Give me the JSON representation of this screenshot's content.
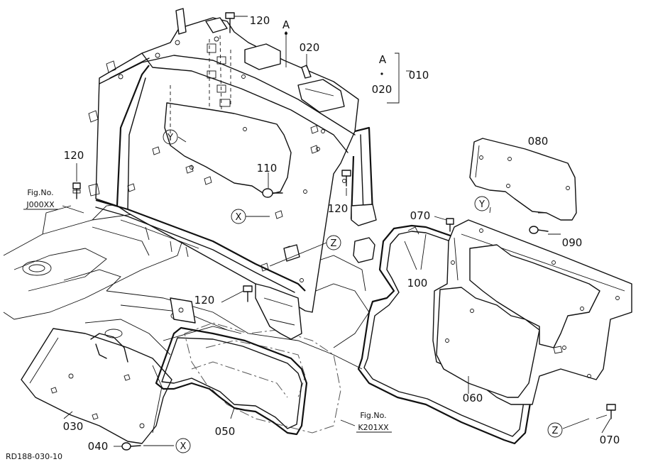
{
  "figure": {
    "code": "RD188-030-10",
    "callouts": {
      "p010": "010",
      "p020": "020",
      "p020b": "020",
      "pA": "A",
      "pA2": "A",
      "p030": "030",
      "p040": "040",
      "p050": "050",
      "p060": "060",
      "p070a": "070",
      "p070b": "070",
      "p080": "080",
      "p090": "090",
      "p100": "100",
      "p110": "110",
      "p120a": "120",
      "p120b": "120",
      "p120c": "120",
      "p120d": "120"
    },
    "markers": {
      "x1": "X",
      "x2": "X",
      "y1": "Y",
      "y2": "Y",
      "z1": "Z",
      "z2": "Z"
    },
    "references": {
      "ref1_label": "Fig.No.",
      "ref1_code": "J000XX",
      "ref2_label": "Fig.No.",
      "ref2_code": "K201XX"
    }
  }
}
